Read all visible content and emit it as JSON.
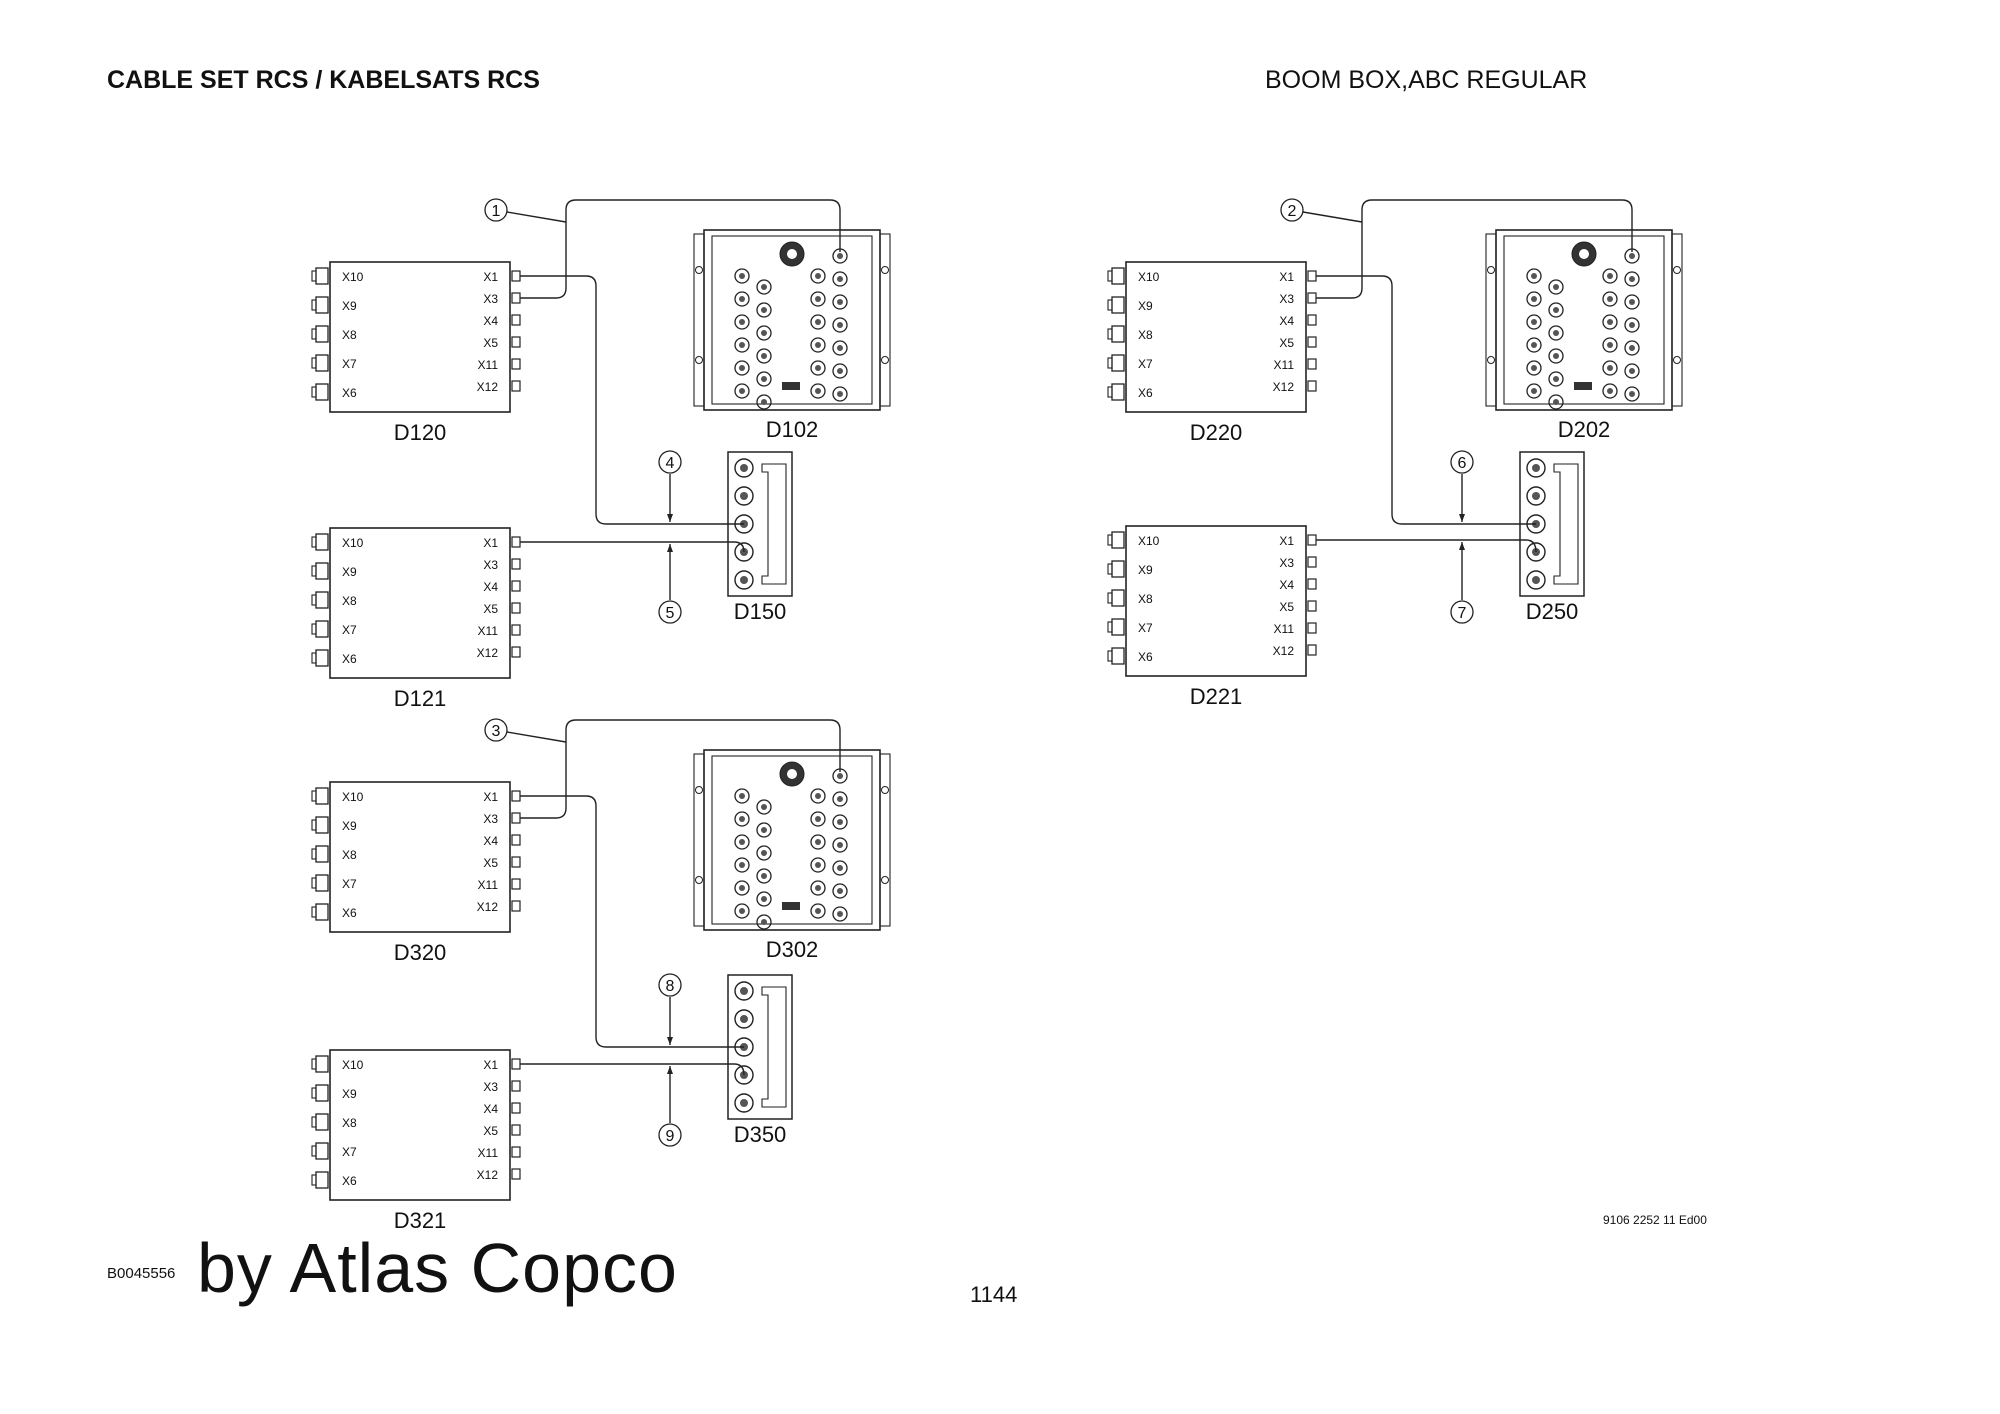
{
  "header": {
    "title_left": "CABLE SET RCS / KABELSATS RCS",
    "title_right": "BOOM BOX,ABC REGULAR"
  },
  "footer": {
    "figure_id": "B0045556",
    "watermark": "by Atlas Copco",
    "page_number": "1144",
    "doc_number": "9106 2252 11 Ed00"
  },
  "diagram": {
    "io_left_ports": [
      "X10",
      "X9",
      "X8",
      "X7",
      "X6"
    ],
    "io_right_ports": [
      "X1",
      "X3",
      "X4",
      "X5",
      "X11",
      "X12"
    ],
    "groups": [
      {
        "io_a": "D120",
        "io_b": "D121",
        "module": "D102",
        "hub": "D150",
        "cable_main": "1",
        "cable_hub_a": "4",
        "cable_hub_b": "5"
      },
      {
        "io_a": "D220",
        "io_b": "D221",
        "module": "D202",
        "hub": "D250",
        "cable_main": "2",
        "cable_hub_a": "6",
        "cable_hub_b": "7"
      },
      {
        "io_a": "D320",
        "io_b": "D321",
        "module": "D302",
        "hub": "D350",
        "cable_main": "3",
        "cable_hub_a": "8",
        "cable_hub_b": "9"
      }
    ]
  }
}
